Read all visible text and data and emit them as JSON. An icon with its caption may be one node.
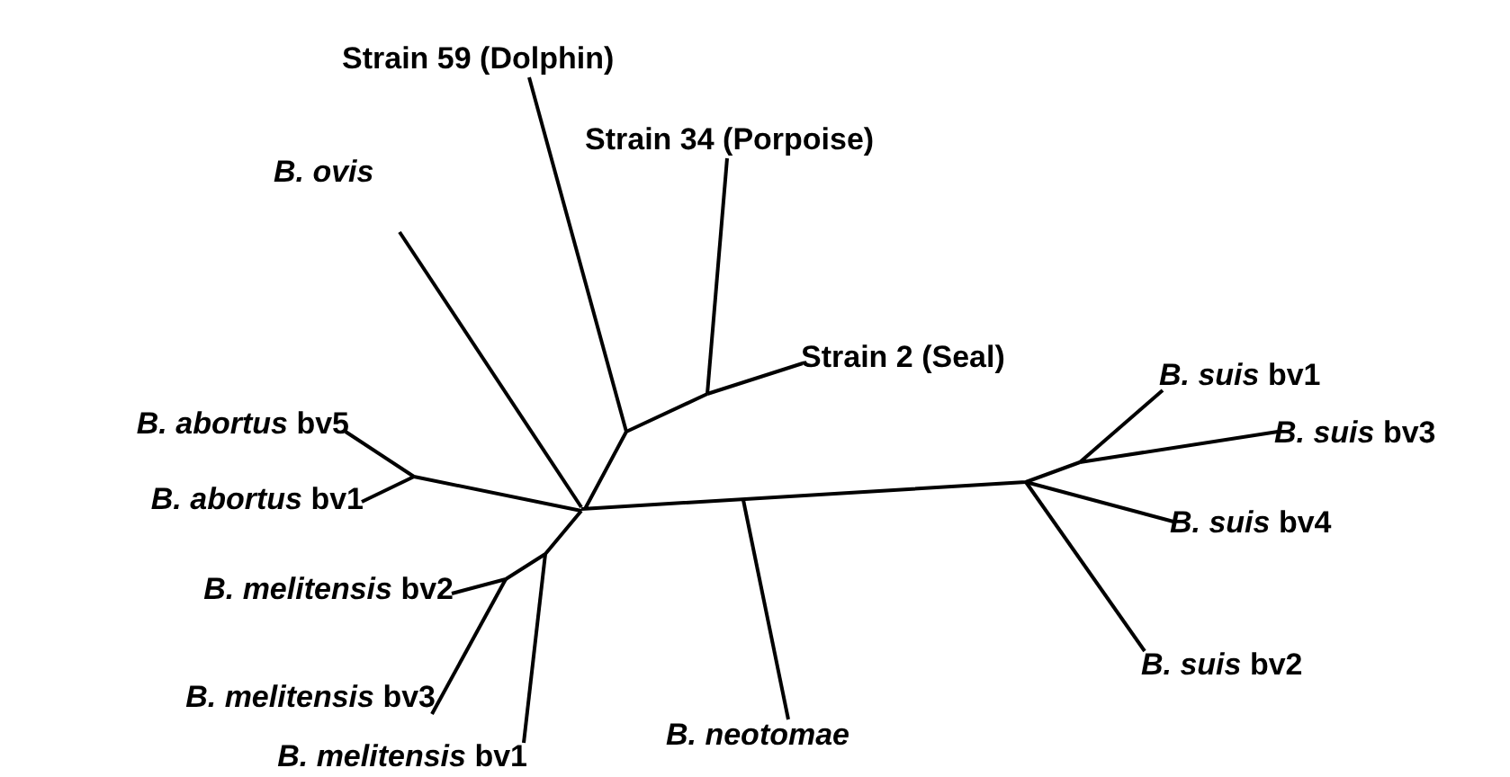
{
  "diagram": {
    "nodes": [
      {
        "text": [
          "Strain 59 (Dolphin)"
        ]
      },
      {
        "text": [
          "Strain 34 (Porpoise)"
        ]
      },
      {
        "text": [
          "*B. ovis*"
        ]
      },
      {
        "text": [
          "Strain 2 (Seal)"
        ]
      },
      {
        "text": [
          "*B. suis* bv1"
        ]
      },
      {
        "text": [
          "*B. abortus* bv5"
        ]
      },
      {
        "text": [
          "*B. suis* bv3"
        ]
      },
      {
        "text": [
          "*B. abortus* bv1"
        ]
      },
      {
        "text": [
          "*B. suis* bv4"
        ]
      },
      {
        "text": [
          "*B. melitensis* bv2"
        ]
      },
      {
        "text": [
          "*B. suis* bv2"
        ]
      },
      {
        "text": [
          "*B. melitensis* bv3"
        ]
      },
      {
        "text": [
          "*B. neotomae*"
        ]
      },
      {
        "text": [
          "*B. melitensis* bv1"
        ]
      }
    ],
    "edges": [
      {
        "from": null,
        "to": 0,
        "arrow": "none"
      },
      {
        "from": null,
        "to": 1,
        "arrow": "none"
      },
      {
        "from": null,
        "to": 2,
        "arrow": "none"
      },
      {
        "from": null,
        "to": 3,
        "arrow": "none"
      },
      {
        "from": null,
        "to": 4,
        "arrow": "none"
      },
      {
        "from": null,
        "to": 5,
        "arrow": "none"
      },
      {
        "from": null,
        "to": 6,
        "arrow": "none"
      },
      {
        "from": null,
        "to": 7,
        "arrow": "none"
      },
      {
        "from": null,
        "to": 8,
        "arrow": "none"
      },
      {
        "from": null,
        "to": 9,
        "arrow": "none"
      },
      {
        "from": null,
        "to": 10,
        "arrow": "none"
      },
      {
        "from": null,
        "to": 11,
        "arrow": "none"
      },
      {
        "from": null,
        "to": 12,
        "arrow": "none"
      },
      {
        "from": null,
        "to": 13,
        "arrow": "none"
      }
    ]
  }
}
